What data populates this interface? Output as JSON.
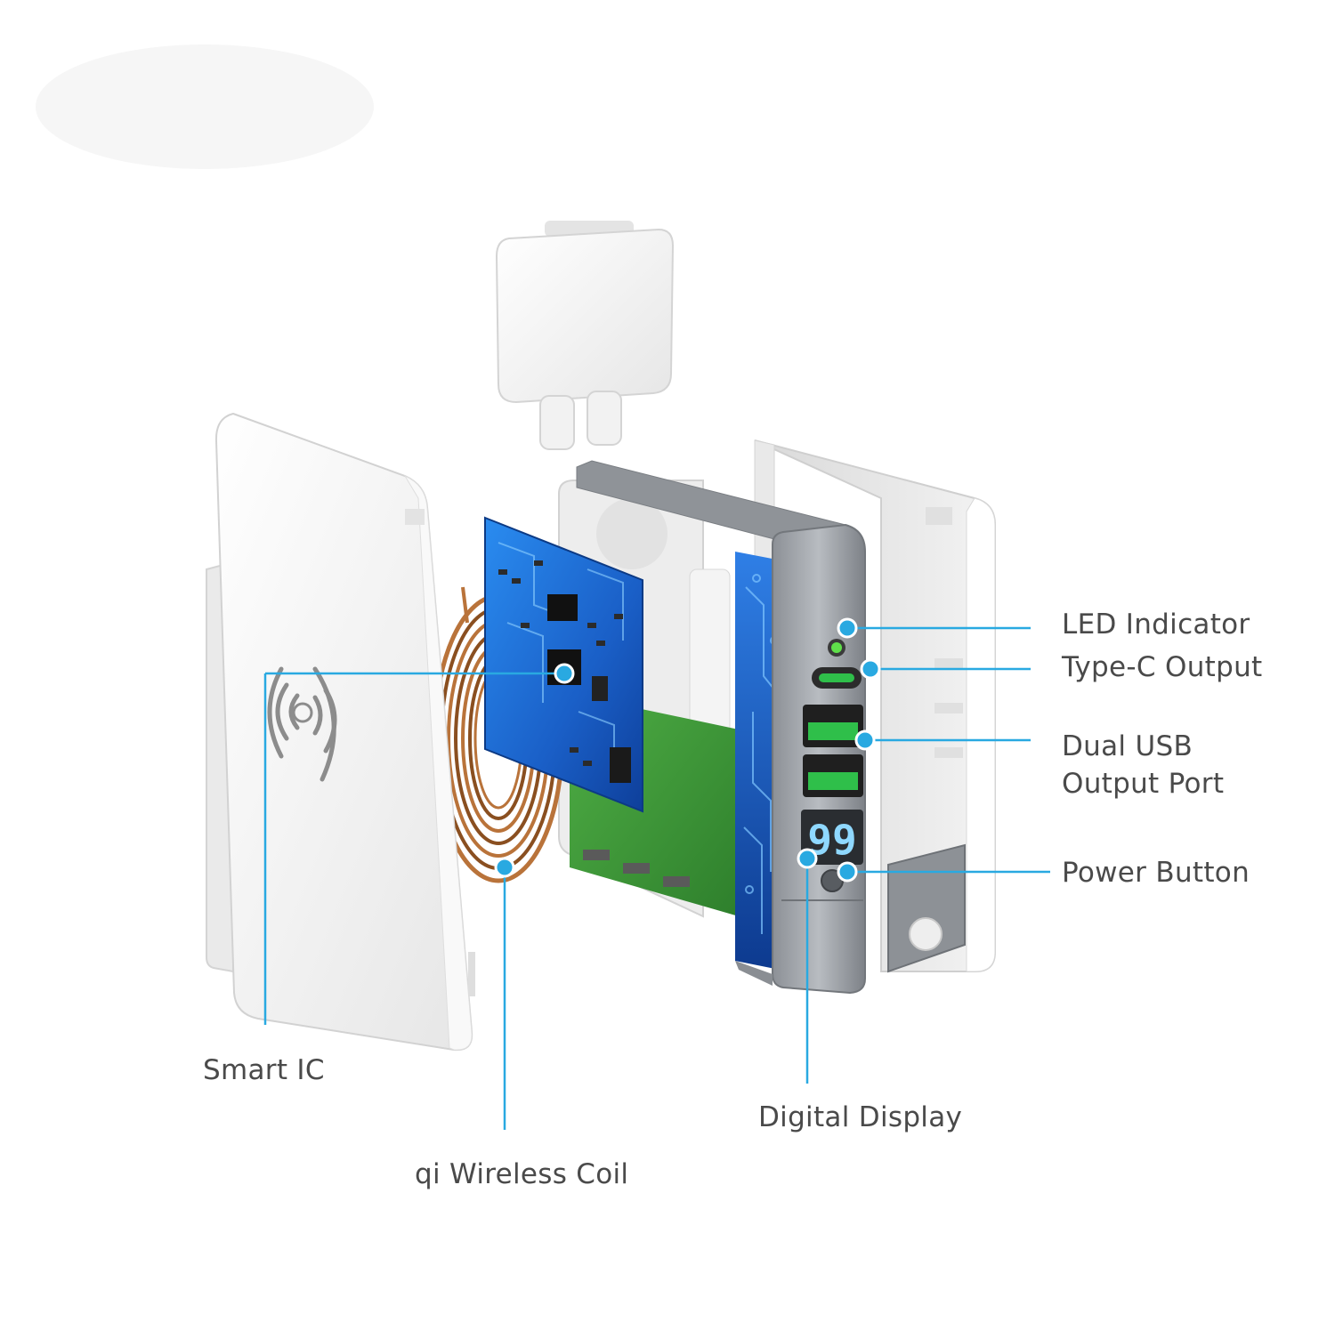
{
  "labels": {
    "led_indicator": "LED Indicator",
    "type_c_output": "Type-C Output",
    "dual_usb_line1": "Dual USB",
    "dual_usb_line2": "Output Port",
    "power_button": "Power Button",
    "digital_display": "Digital Display",
    "smart_ic": "Smart IC",
    "qi_wireless_coil": "qi Wireless Coil"
  },
  "display": {
    "reading": "99"
  },
  "colors": {
    "callout": "#29a9e1",
    "label_text": "#4a4a4a",
    "shell_white": "#f4f4f4",
    "frame_gray": "#9a9ea3",
    "pcb_blue": "#1e6fd9",
    "battery_green": "#3f9c3a",
    "coil_copper": "#b9733a",
    "usb_green": "#2fbf4a",
    "led_green": "#5fe04a"
  },
  "icons": [
    "qi-wireless-icon",
    "led-indicator-icon",
    "type-c-port-icon",
    "usb-port-icon",
    "power-button-icon",
    "digital-display-icon"
  ]
}
